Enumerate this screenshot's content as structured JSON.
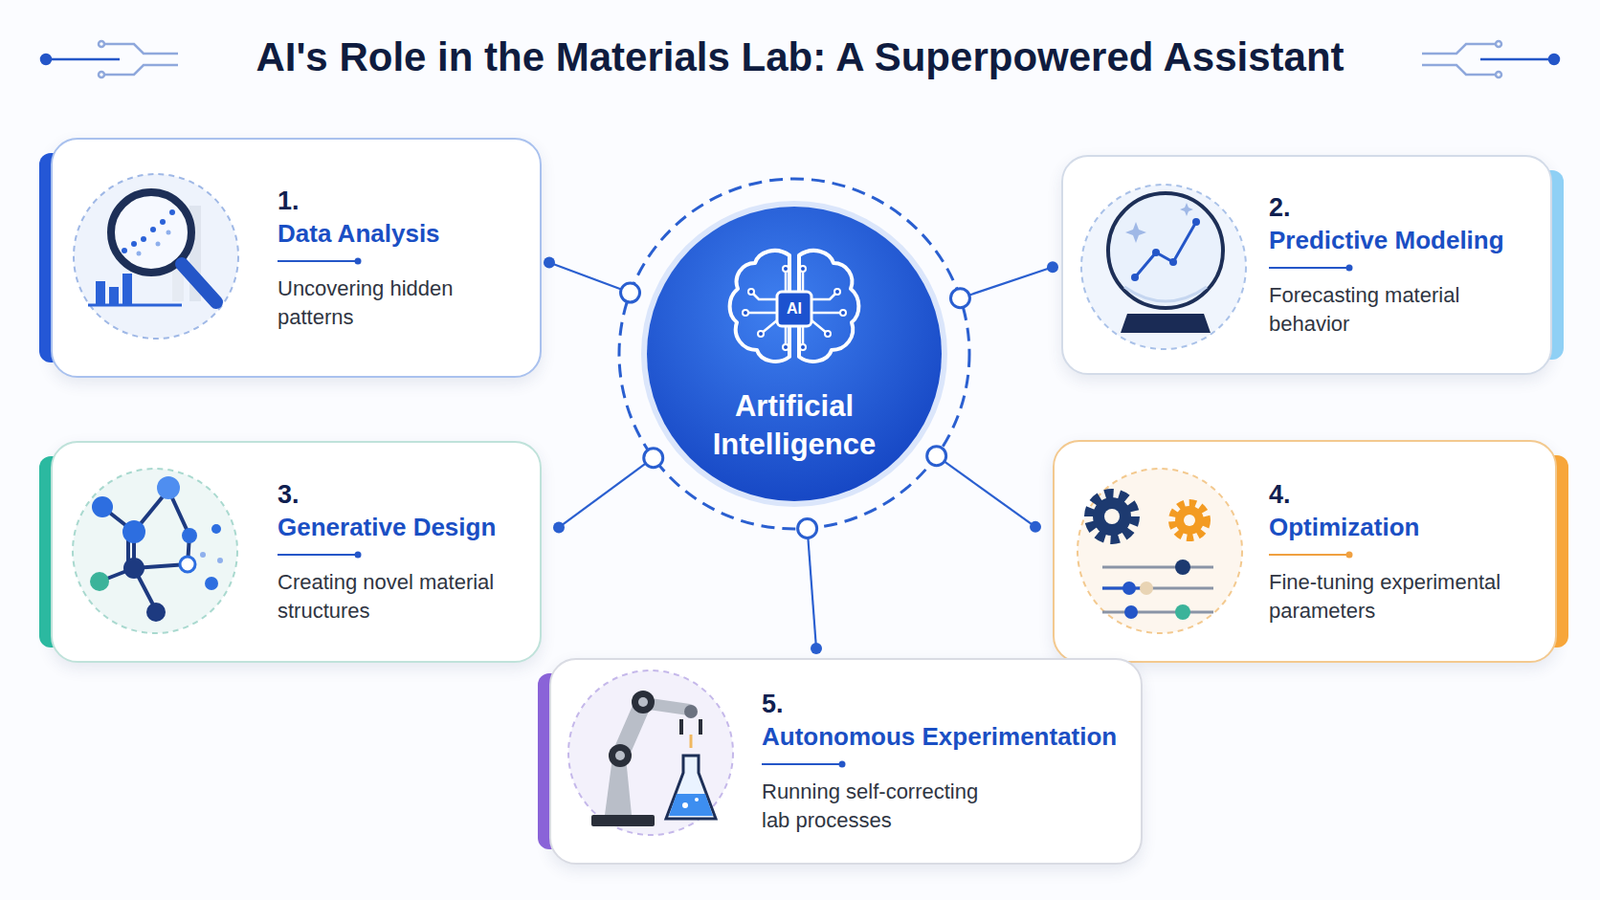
{
  "diagram": {
    "title": "AI's Role in the Materials Lab: A Superpowered Assistant",
    "nodes": [
      {
        "text": [
          "1.",
          "Data Analysis",
          "Uncovering hidden patterns"
        ]
      },
      {
        "text": [
          "Artificial Intelligence"
        ]
      },
      {
        "text": [
          "2.",
          "Predictive Modeling",
          "Forecasting material behavior"
        ]
      },
      {
        "text": [
          "3.",
          "Generative Design",
          "Creating novel material structures"
        ]
      },
      {
        "text": [
          "4.",
          "Optimization",
          "Fine-tuning experimental parameters"
        ]
      },
      {
        "text": [
          "5.",
          "Autonomous Experimentation",
          "Running self-correcting lab processes"
        ]
      }
    ],
    "edges": [
      {
        "from": 1,
        "to": 0,
        "arrow": "none"
      },
      {
        "from": 1,
        "to": 2,
        "arrow": "none"
      },
      {
        "from": 1,
        "to": 3,
        "arrow": "none"
      },
      {
        "from": 1,
        "to": 4,
        "arrow": "none"
      },
      {
        "from": 1,
        "to": 5,
        "arrow": "none"
      }
    ],
    "labels": [
      "AI"
    ]
  }
}
